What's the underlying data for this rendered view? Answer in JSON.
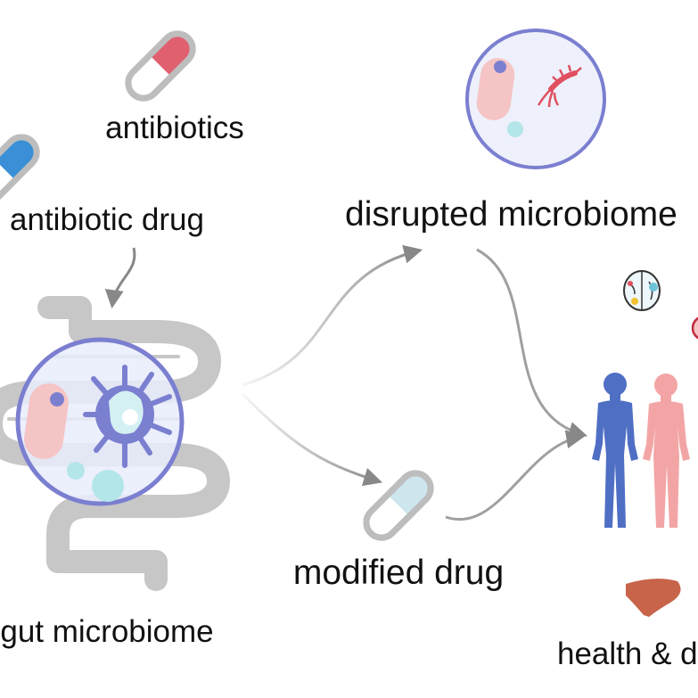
{
  "labels": {
    "antibiotics": "antibiotics",
    "antibiotic_drug": "antibiotic drug",
    "disrupted_microbiome": "disrupted microbiome",
    "modified_drug": "modified drug",
    "gut_microbiome": "gut microbiome",
    "health": "health & d"
  },
  "colors": {
    "pill_red": "#e06070",
    "pill_blue": "#3a8fd6",
    "pill_light_blue": "#cde6ee",
    "pill_shell": "#bdbdbd",
    "circle_stroke": "#7b7fd0",
    "circle_fill": "#eef0fb",
    "intestine": "#c7c7c7",
    "human_blue": "#4f6fc4",
    "human_pink": "#f3a5a5",
    "liver": "#c8644a",
    "arrow": "#888888"
  }
}
